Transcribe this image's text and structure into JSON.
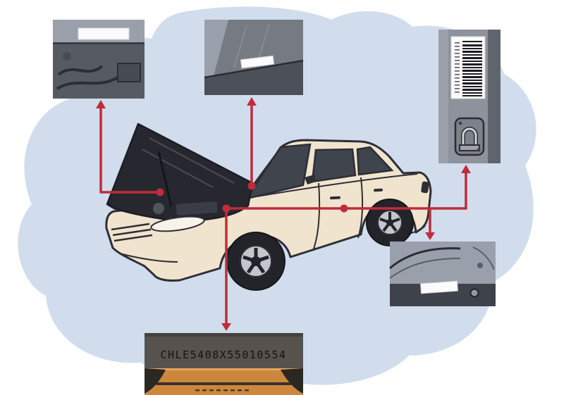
{
  "palette": {
    "background": "#ffffff",
    "blob": "#d1ddec",
    "accent_red": "#c02c3a",
    "car_body": "#f1e4ce",
    "car_outline": "#2e2e36",
    "window_glass": "#3f444d",
    "hood_dark": "#27282f",
    "box_gray": "#9aa0ab",
    "box_dark": "#565a62",
    "label_white": "#fbfbfb",
    "engine_part_orange": "#cd873d",
    "stamp_plate": "#57524d"
  },
  "stamp": {
    "vin": "CHLE5408X55010554"
  },
  "callouts": {
    "engine_bay": {
      "name": "engine-bay-vin-sticker"
    },
    "dashboard": {
      "name": "dashboard-vin-plate"
    },
    "door_jamb": {
      "name": "door-jamb-barcode-sticker"
    },
    "door_sill": {
      "name": "door-sill-vin-label"
    },
    "engine_block": {
      "name": "engine-block-stamped-vin"
    }
  }
}
